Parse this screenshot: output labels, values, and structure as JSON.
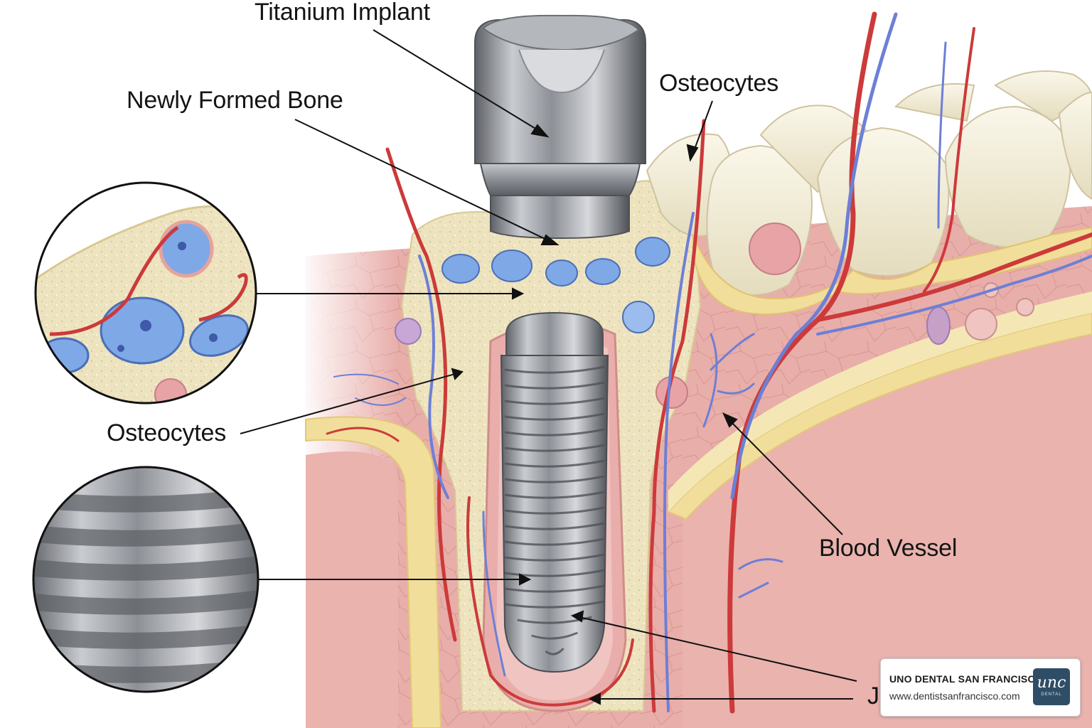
{
  "labels": {
    "titanium_implant": "Titanium Implant",
    "newly_formed_bone": "Newly Formed Bone",
    "osteocytes_top": "Osteocytes",
    "osteocytes_left": "Osteocytes",
    "blood_vessel": "Blood Vessel",
    "truncated_bottom": "J"
  },
  "badge": {
    "name": "UNO DENTAL SAN FRANCISCO",
    "url": "www.dentistsanfrancisco.com",
    "logo_text": "unc",
    "logo_subtext": "DENTAL"
  },
  "colors": {
    "gum": "#e5a7a4",
    "gum_light": "#f0c4c0",
    "bone": "#ede3bf",
    "bone_layer": "#f1de9a",
    "artery": "#cc3a3a",
    "vein": "#6d7fd6",
    "cell": "#7fa8e6",
    "tooth": "#f3eedb",
    "metal": "#9a9da3",
    "logo_bg": "#2f4d66"
  }
}
